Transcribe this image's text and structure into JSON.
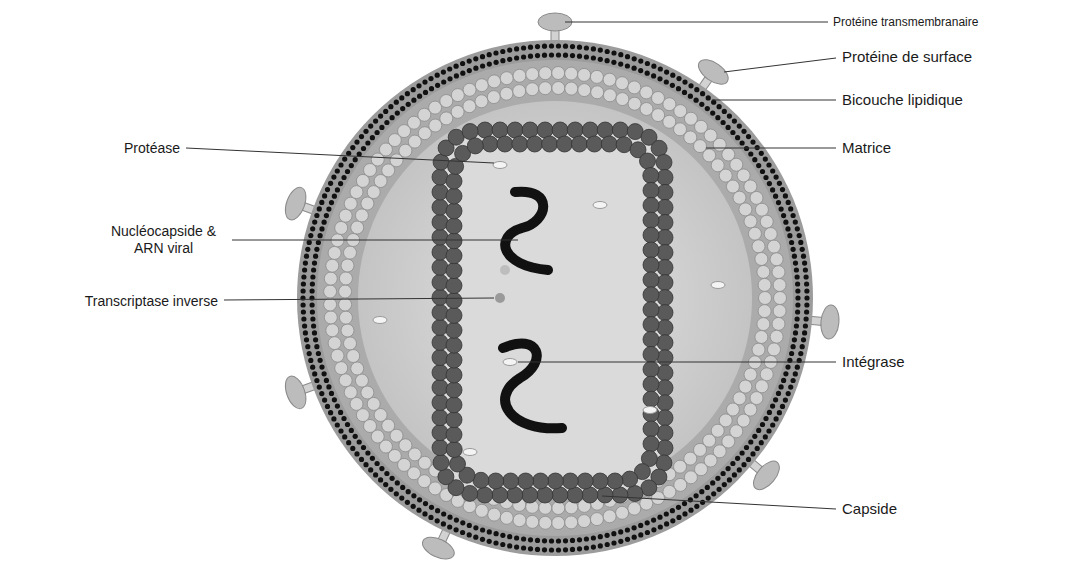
{
  "diagram": {
    "labels": [
      "Protéine transmembranaire",
      "Protéine de surface",
      "Bicouche lipidique",
      "Protéase",
      "Matrice",
      "Nucléocapside & ARN viral",
      "Transcriptase inverse",
      "Intégrase",
      "Capside"
    ]
  }
}
